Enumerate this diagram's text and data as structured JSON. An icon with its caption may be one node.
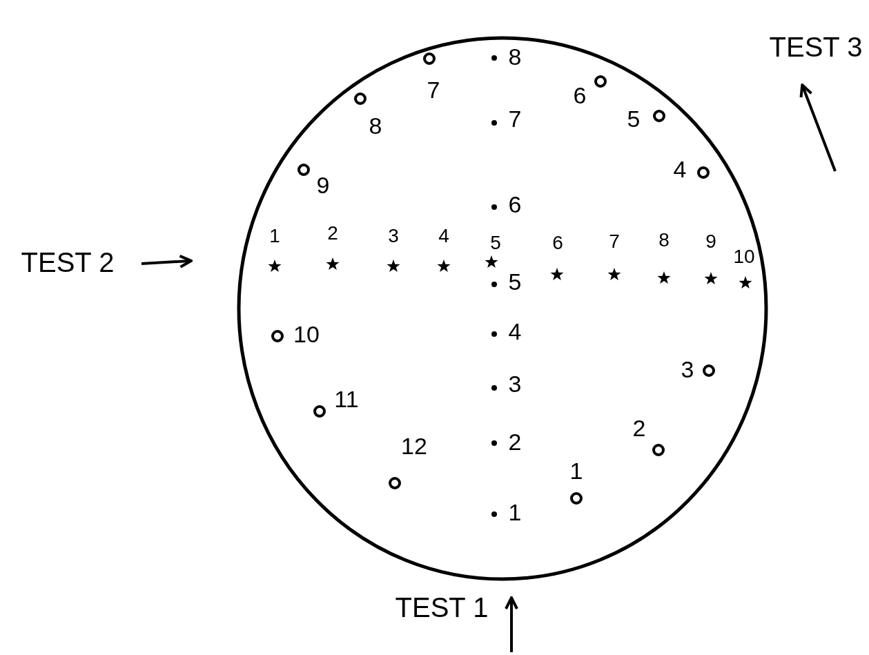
{
  "diagram": {
    "nodes": [
      {
        "text": [],
        "shape": "circle"
      }
    ],
    "edges": [],
    "labels": [
      "8",
      "TEST 3",
      "7",
      "6",
      "8",
      "7",
      "5",
      "4",
      "9",
      "6",
      "TEST 2",
      "1",
      "2",
      "3",
      "4",
      "5",
      "6",
      "7",
      "8",
      "9",
      "10",
      "5",
      "10",
      "4",
      "3",
      "3",
      "11",
      "12",
      "2",
      "2",
      "1",
      "1",
      "TEST 1"
    ]
  }
}
